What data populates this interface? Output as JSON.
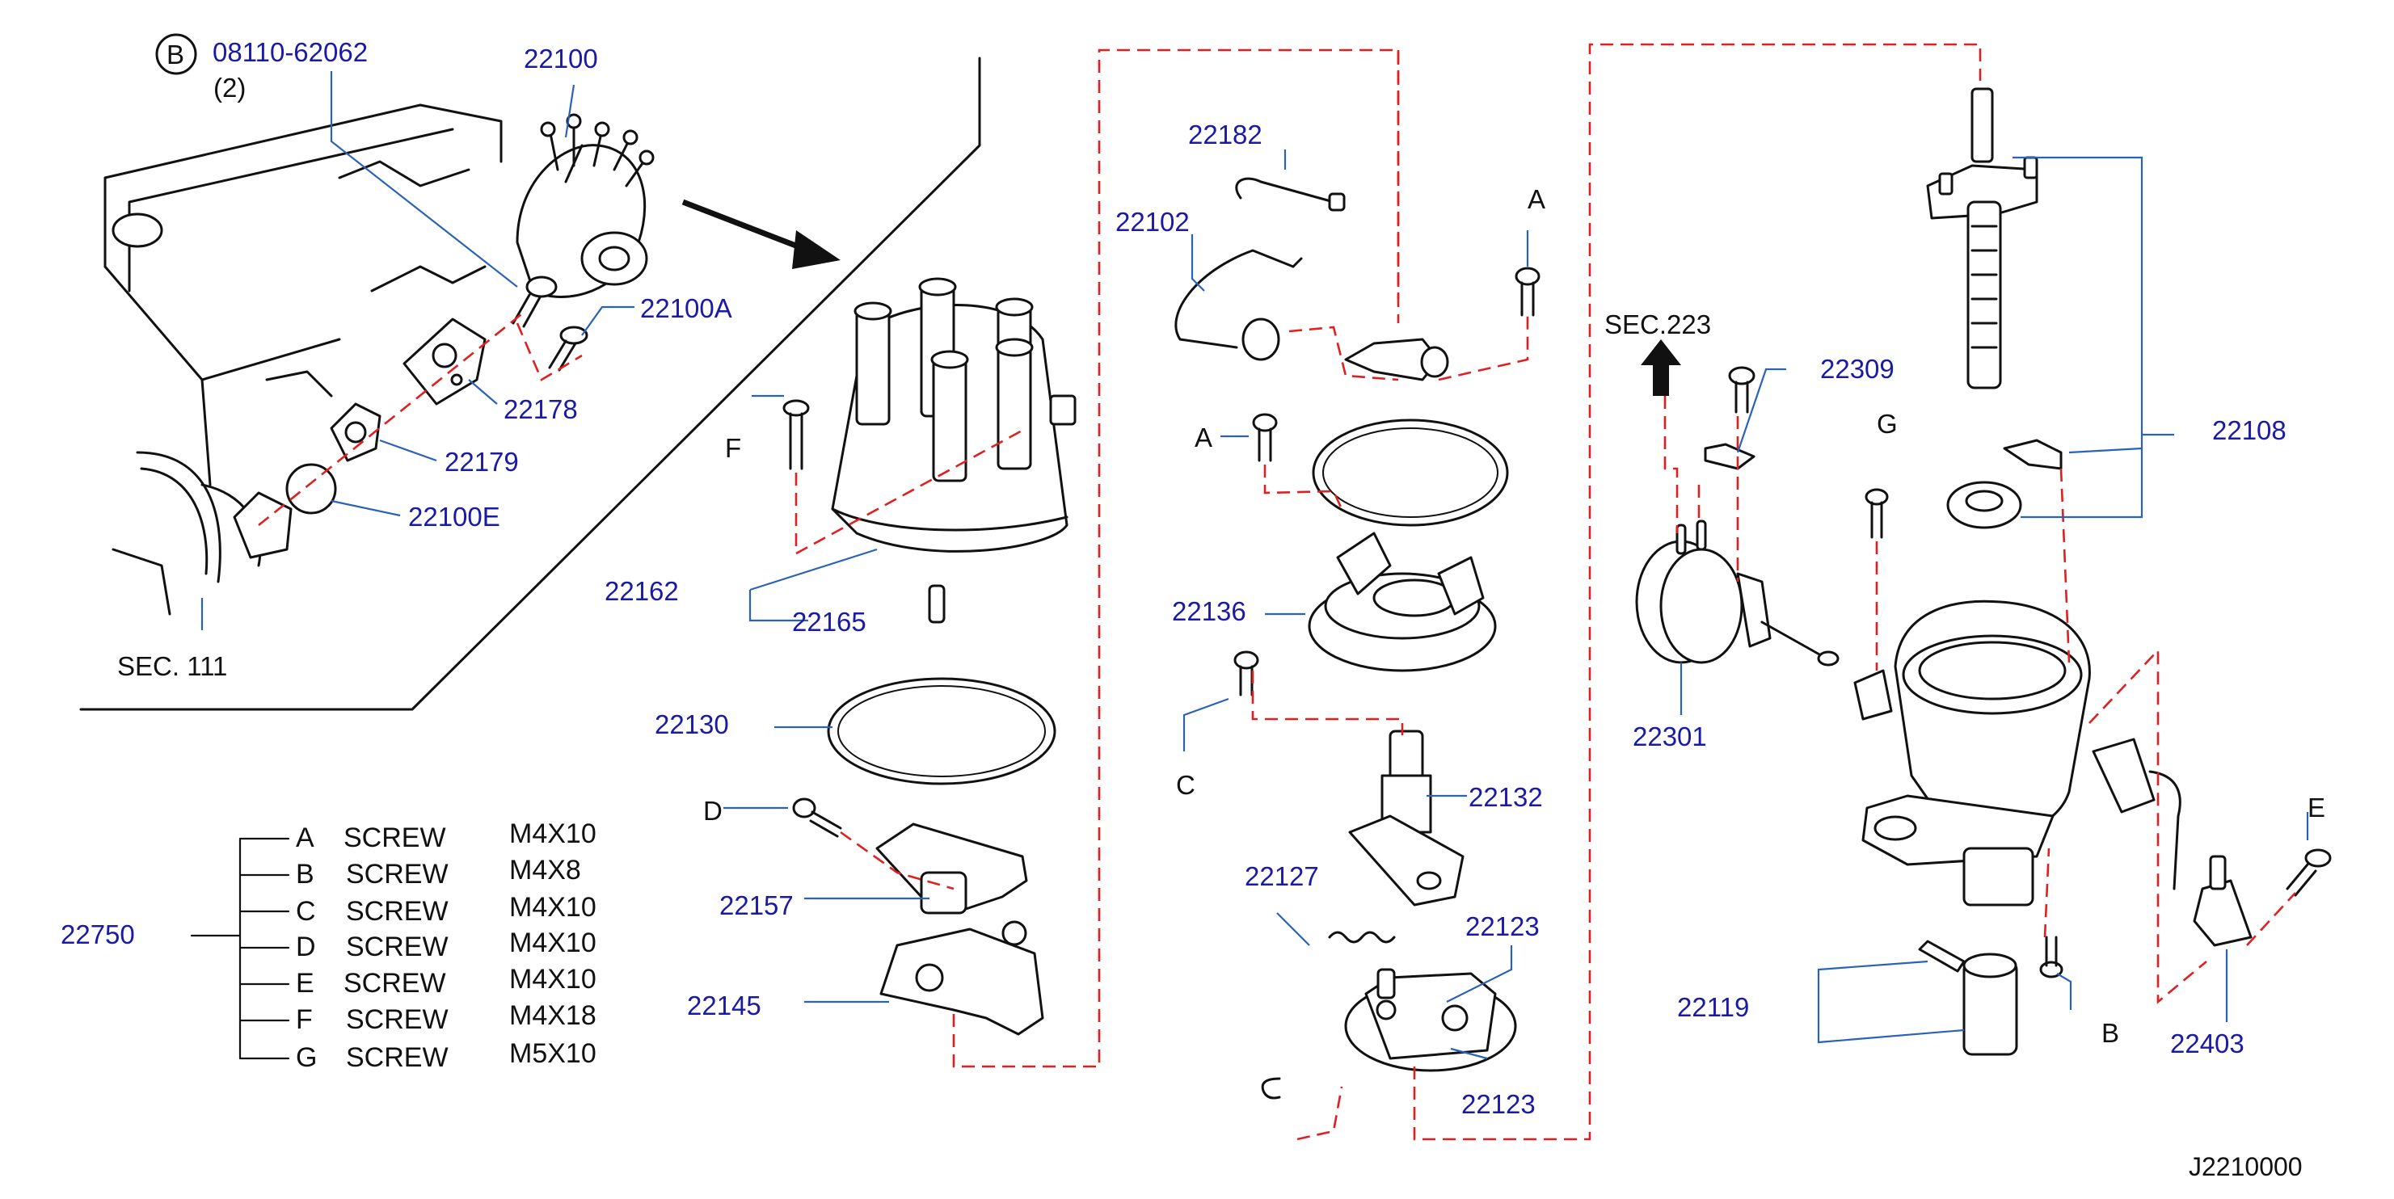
{
  "ref_b": {
    "circle": "B",
    "part": "08110-62062",
    "qty": "(2)"
  },
  "callouts": {
    "p22100": "22100",
    "p22100A": "22100A",
    "p22178": "22178",
    "p22179": "22179",
    "p22100E": "22100E",
    "p22162": "22162",
    "p22165": "22165",
    "p22130": "22130",
    "p22157": "22157",
    "p22145": "22145",
    "p22182": "22182",
    "p22102": "22102",
    "p22136": "22136",
    "p22132": "22132",
    "p22127": "22127",
    "p22123a": "22123",
    "p22123b": "22123",
    "p22309": "22309",
    "p22301": "22301",
    "p22108": "22108",
    "p22119": "22119",
    "p22403": "22403",
    "p22750": "22750"
  },
  "letters": {
    "A1": "A",
    "A2": "A",
    "C": "C",
    "D": "D",
    "E": "E",
    "F": "F",
    "G": "G",
    "B": "B"
  },
  "sec111": "SEC.  111",
  "sec223": "SEC.223",
  "screw_table": [
    {
      "letter": "A",
      "name": "SCREW",
      "size": "M4X10"
    },
    {
      "letter": "B",
      "name": "SCREW",
      "size": "M4X8"
    },
    {
      "letter": "C",
      "name": "SCREW",
      "size": "M4X10"
    },
    {
      "letter": "D",
      "name": "SCREW",
      "size": "M4X10"
    },
    {
      "letter": "E",
      "name": "SCREW",
      "size": "M4X10"
    },
    {
      "letter": "F",
      "name": "SCREW",
      "size": "M4X18"
    },
    {
      "letter": "G",
      "name": "SCREW",
      "size": "M5X10"
    }
  ],
  "diagram_id": "J2210000",
  "colors": {
    "part_number": "#1a1aa6",
    "leader": "#2a62b8",
    "phantom_line": "#e02020",
    "line": "#111111"
  }
}
